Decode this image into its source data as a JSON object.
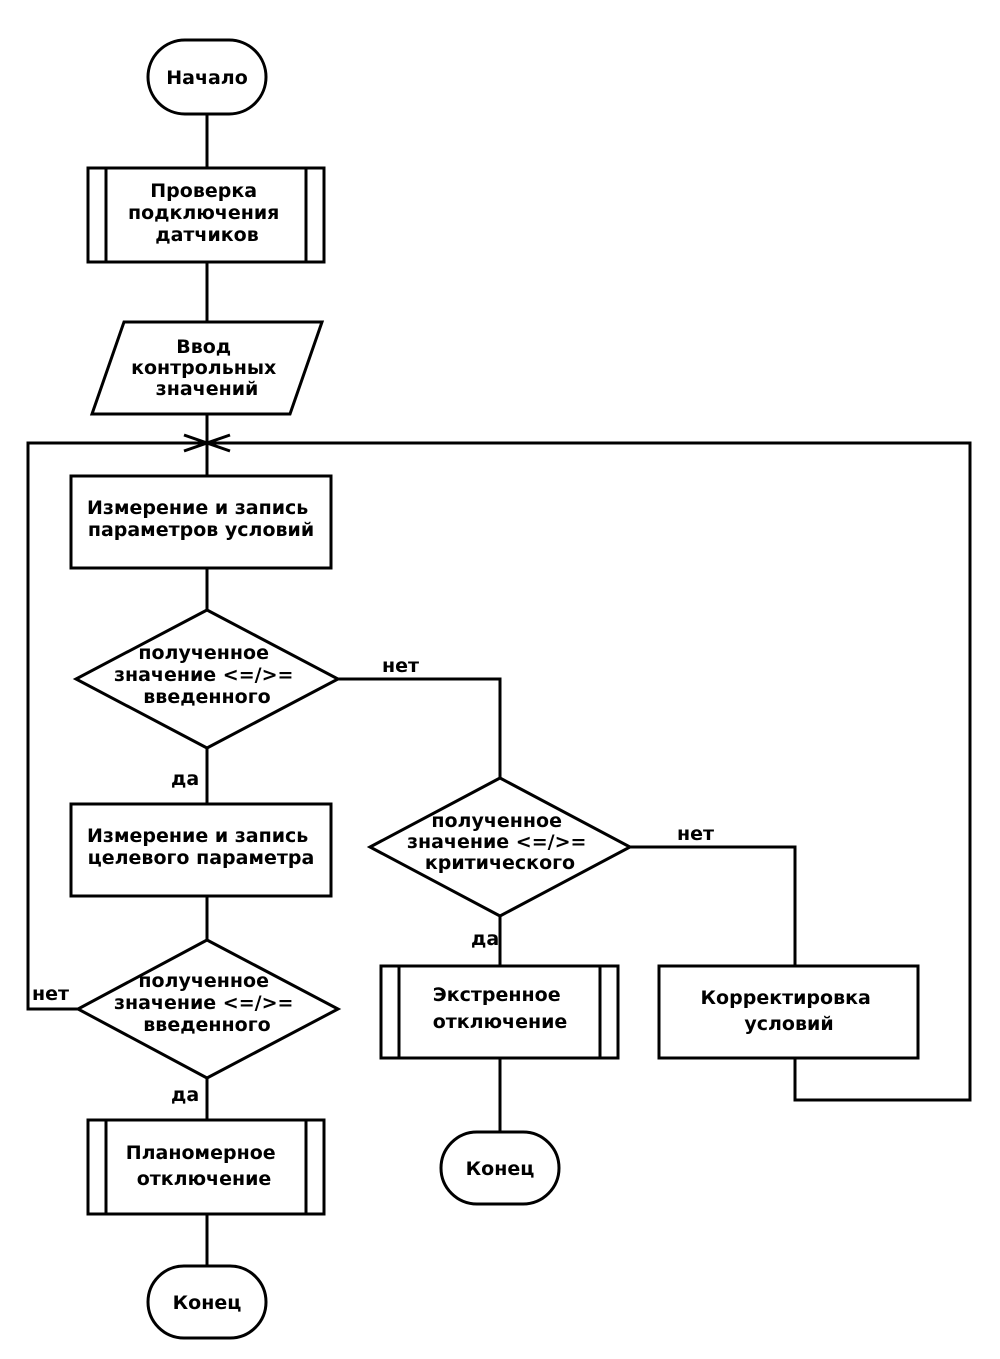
{
  "nodes": {
    "start": {
      "lines": [
        "Начало"
      ]
    },
    "check": {
      "lines": [
        "Проверка",
        "подключения",
        "датчиков"
      ]
    },
    "input": {
      "lines": [
        "Ввод",
        "контрольных",
        "значений"
      ]
    },
    "measure_conditions": {
      "lines": [
        "Измерение и запись",
        "параметров условий"
      ]
    },
    "decision1": {
      "lines": [
        "полученное",
        "значение <=/>=",
        "введенного"
      ]
    },
    "decision2": {
      "lines": [
        "полученное",
        "значение <=/>=",
        "критического"
      ]
    },
    "measure_target": {
      "lines": [
        "Измерение и запись",
        "целевого параметра"
      ]
    },
    "decision3": {
      "lines": [
        "полученное",
        "значение <=/>=",
        "введенного"
      ]
    },
    "emergency": {
      "lines": [
        "Экстренное",
        "отключение"
      ]
    },
    "correction": {
      "lines": [
        "Корректировка",
        "условий"
      ]
    },
    "planned": {
      "lines": [
        "Планомерное",
        "отключение"
      ]
    },
    "end1": {
      "lines": [
        "Конец"
      ]
    },
    "end2": {
      "lines": [
        "Конец"
      ]
    }
  },
  "edges": {
    "d1_no": "нет",
    "d1_yes": "да",
    "d2_no": "нет",
    "d2_yes": "да",
    "d3_no": "нет",
    "d3_yes": "да"
  }
}
